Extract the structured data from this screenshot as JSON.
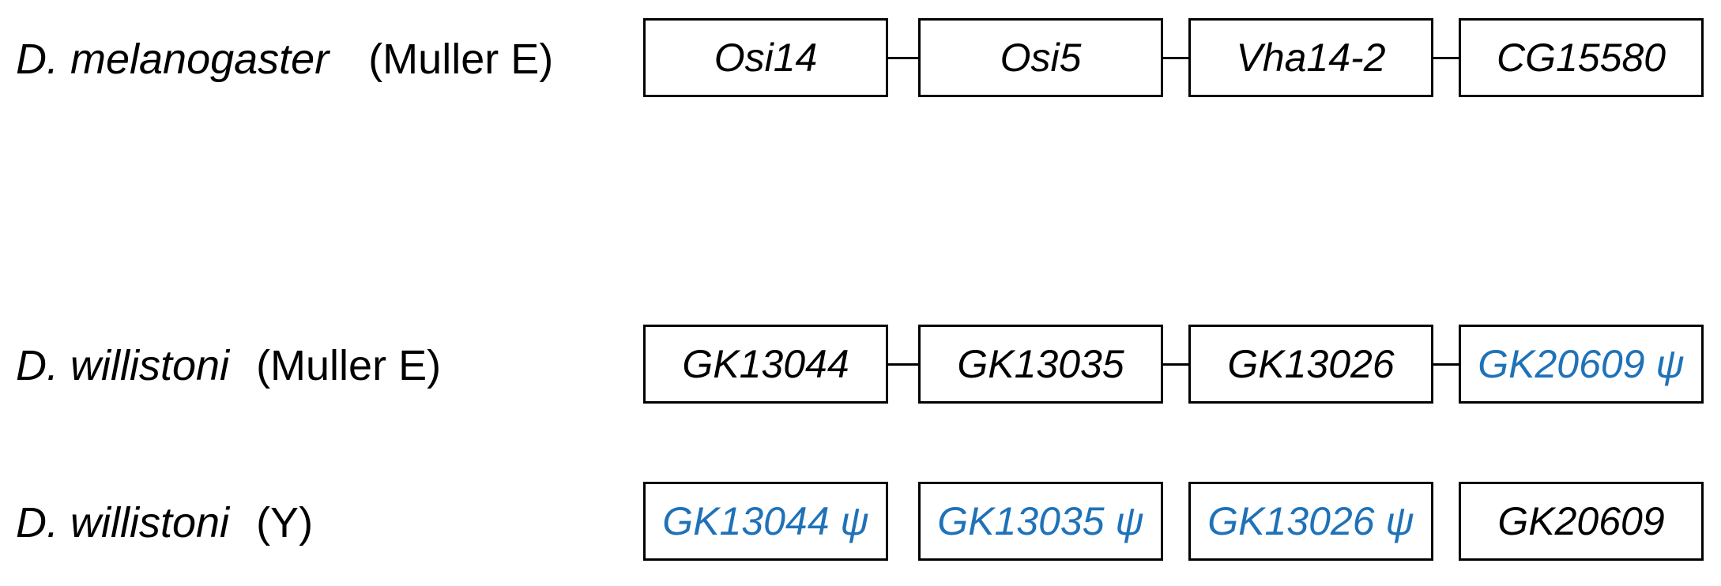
{
  "colors": {
    "text": "#000000",
    "pseudogene": "#1f72b8",
    "box_border": "#000000"
  },
  "rows": [
    {
      "species": "D. melanogaster",
      "chromosome": "(Muller E)",
      "genes": [
        {
          "name": "Osi14",
          "pseudogene": false
        },
        {
          "name": "Osi5",
          "pseudogene": false
        },
        {
          "name": "Vha14-2",
          "pseudogene": false
        },
        {
          "name": "CG15580",
          "pseudogene": false
        }
      ],
      "linked": true
    },
    {
      "species": "D. willistoni",
      "chromosome": "(Muller E)",
      "genes": [
        {
          "name": "GK13044",
          "pseudogene": false
        },
        {
          "name": "GK13035",
          "pseudogene": false
        },
        {
          "name": "GK13026",
          "pseudogene": false
        },
        {
          "name": "GK20609 ψ",
          "pseudogene": true
        }
      ],
      "linked": true
    },
    {
      "species": "D. willistoni",
      "chromosome": "(Y)",
      "genes": [
        {
          "name": "GK13044 ψ",
          "pseudogene": true
        },
        {
          "name": "GK13035 ψ",
          "pseudogene": true
        },
        {
          "name": "GK13026 ψ",
          "pseudogene": true
        },
        {
          "name": "GK20609",
          "pseudogene": false
        }
      ],
      "linked": false
    }
  ]
}
